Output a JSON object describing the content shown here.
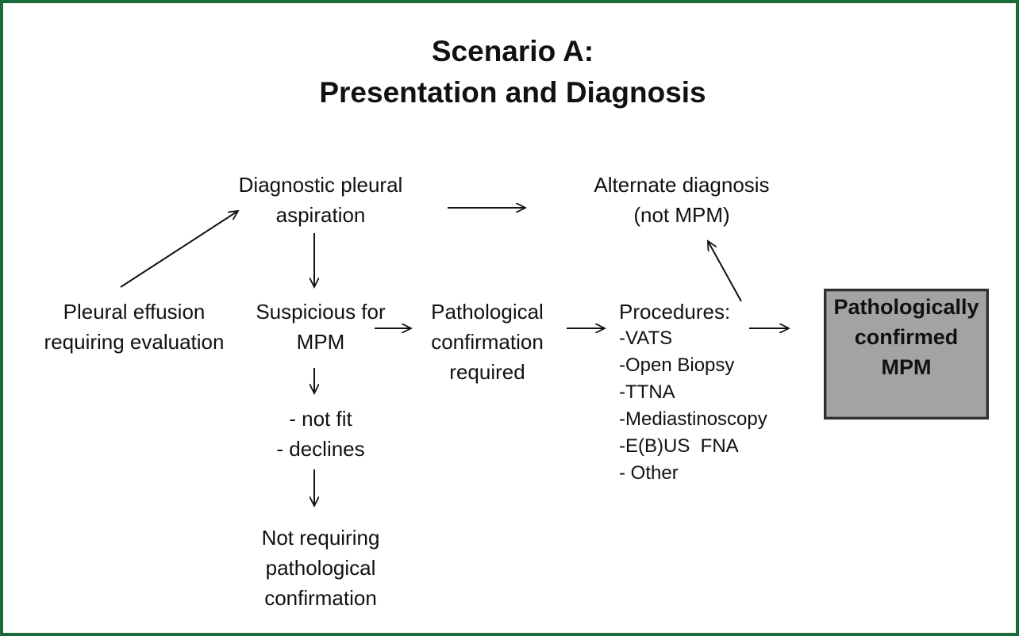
{
  "title": {
    "line1": "Scenario A:",
    "line2": "Presentation and Diagnosis"
  },
  "nodes": {
    "pleural_effusion": [
      "Pleural effusion",
      "requiring evaluation"
    ],
    "diagnostic_aspiration": [
      "Diagnostic pleural",
      "aspiration"
    ],
    "alternate_diagnosis": [
      "Alternate diagnosis",
      "(not MPM)"
    ],
    "suspicious": [
      "Suspicious for",
      "MPM"
    ],
    "path_required": [
      "Pathological",
      "confirmation",
      "required"
    ],
    "procedures": {
      "heading": "Procedures:",
      "items": [
        "-VATS",
        "-Open Biopsy",
        "-TTNA",
        "-Mediastinoscopy",
        "-E(B)US  FNA",
        "- Other"
      ]
    },
    "not_fit": [
      "- not fit",
      "- declines"
    ],
    "not_requiring": [
      "Not requiring",
      "pathological",
      "confirmation"
    ],
    "confirmed": [
      "Pathologically",
      "confirmed",
      "MPM"
    ]
  },
  "colors": {
    "frame_border": "#1a6b3a",
    "box_fill": "#a3a3a3",
    "box_border": "#2f2f2f",
    "text": "#111111"
  }
}
